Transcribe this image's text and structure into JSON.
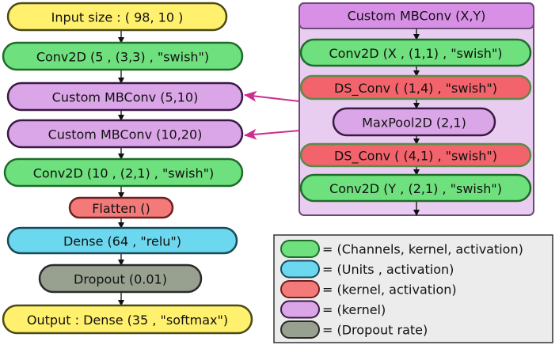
{
  "main_stack": [
    {
      "label": "Input size : ( 98, 10 )",
      "kind": "io"
    },
    {
      "label": "Conv2D (5 , (3,3) ,  \"swish\")",
      "kind": "conv"
    },
    {
      "label": "Custom MBConv (5,10)",
      "kind": "mbconv"
    },
    {
      "label": "Custom MBConv (10,20)",
      "kind": "mbconv"
    },
    {
      "label": "Conv2D (10 , (2,1) ,  \"swish\")",
      "kind": "conv"
    },
    {
      "label": "Flatten ()",
      "kind": "flatten"
    },
    {
      "label": "Dense (64 , \"relu\")",
      "kind": "dense"
    },
    {
      "label": "Dropout (0.01)",
      "kind": "dropout"
    },
    {
      "label": "Output :  Dense (35 , \"softmax\")",
      "kind": "io"
    }
  ],
  "mbconv_detail": {
    "title": "Custom MBConv (X,Y)",
    "nodes": [
      {
        "label": "Conv2D (X , (1,1) ,  \"swish\")",
        "kind": "conv"
      },
      {
        "label": "DS_Conv ( (1,4) ,  \"swish\")",
        "kind": "dsconv"
      },
      {
        "label": "MaxPool2D (2,1)",
        "kind": "mbconv"
      },
      {
        "label": "DS_Conv ( (4,1) ,  \"swish\")",
        "kind": "dsconv"
      },
      {
        "label": "Conv2D (Y , (2,1) ,  \"swish\")",
        "kind": "conv"
      }
    ]
  },
  "legend": [
    {
      "text": "= (Channels, kernel, activation)",
      "kind": "conv"
    },
    {
      "text": "= (Units , activation)",
      "kind": "dense"
    },
    {
      "text": "= (kernel, activation)",
      "kind": "flatten"
    },
    {
      "text": "= (kernel)",
      "kind": "mbconv"
    },
    {
      "text": "= (Dropout rate)",
      "kind": "dropout"
    }
  ],
  "colors": {
    "io": {
      "fill": "#fff06e",
      "stroke": "#4a4a1a"
    },
    "conv": {
      "fill": "#6fe07e",
      "stroke": "#1f6b2a"
    },
    "mbconv": {
      "fill": "#dba6e8",
      "stroke": "#3a1a44"
    },
    "flatten": {
      "fill": "#f47a7a",
      "stroke": "#6e2020"
    },
    "dsconv": {
      "fill": "#f2636b",
      "stroke": "#5a8a4a"
    },
    "dense": {
      "fill": "#6cd8ef",
      "stroke": "#1a4a5a"
    },
    "dropout": {
      "fill": "#98a090",
      "stroke": "#2a2a2a"
    },
    "panel_fill": "#e9cdf0",
    "panel_stroke": "#6a4a76",
    "panel_title_fill": "#d890e6",
    "legend_fill": "#ececec",
    "legend_stroke": "#333333",
    "pointer_arrow": "#cc2e8e"
  }
}
